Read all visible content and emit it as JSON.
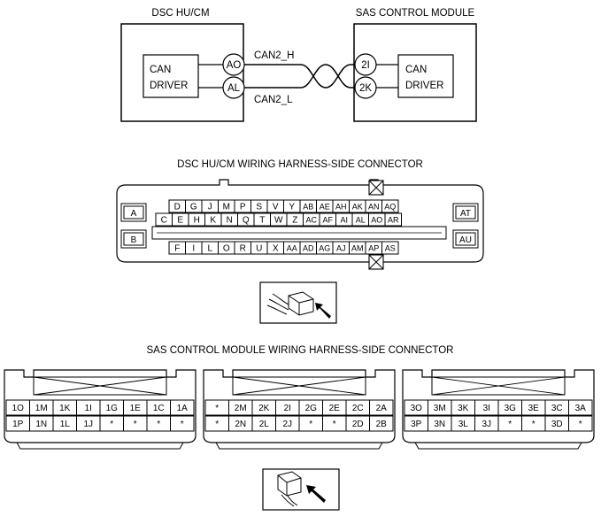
{
  "circuit": {
    "left_module_title": "DSC HU/CM",
    "right_module_title": "SAS CONTROL MODULE",
    "left_driver": [
      "CAN",
      "DRIVER"
    ],
    "right_driver": [
      "CAN",
      "DRIVER"
    ],
    "left_terminals": [
      "AO",
      "AL"
    ],
    "right_terminals": [
      "2I",
      "2K"
    ],
    "wire_high": "CAN2_H",
    "wire_low": "CAN2_L"
  },
  "dsc_connector": {
    "title": "DSC HU/CM WIRING HARNESS-SIDE CONNECTOR",
    "side_labels": [
      "A",
      "B",
      "AT",
      "AU"
    ],
    "row1": [
      "D",
      "G",
      "J",
      "M",
      "P",
      "S",
      "V",
      "Y",
      "AB",
      "AE",
      "AH",
      "AK",
      "AN",
      "AQ"
    ],
    "row2": [
      "C",
      "E",
      "H",
      "K",
      "N",
      "Q",
      "T",
      "W",
      "Z",
      "AC",
      "AF",
      "AI",
      "AL",
      "AO",
      "AR"
    ],
    "row3": [
      "F",
      "I",
      "L",
      "O",
      "R",
      "U",
      "X",
      "AA",
      "AD",
      "AG",
      "AJ",
      "AM",
      "AP",
      "AS"
    ]
  },
  "sas_connector": {
    "title": "SAS CONTROL MODULE WIRING HARNESS-SIDE CONNECTOR",
    "blocks": [
      {
        "top": [
          "1O",
          "1M",
          "1K",
          "1I",
          "1G",
          "1E",
          "1C",
          "1A"
        ],
        "bottom": [
          "1P",
          "1N",
          "1L",
          "1J",
          "*",
          "*",
          "*",
          "*"
        ]
      },
      {
        "top": [
          "*",
          "2M",
          "2K",
          "2I",
          "2G",
          "2E",
          "2C",
          "2A"
        ],
        "bottom": [
          "*",
          "2N",
          "2L",
          "2J",
          "*",
          "*",
          "2D",
          "2B"
        ]
      },
      {
        "top": [
          "3O",
          "3M",
          "3K",
          "3I",
          "3G",
          "3E",
          "3C",
          "3A"
        ],
        "bottom": [
          "3P",
          "3N",
          "3L",
          "3J",
          "*",
          "*",
          "3D",
          "*"
        ]
      }
    ]
  }
}
